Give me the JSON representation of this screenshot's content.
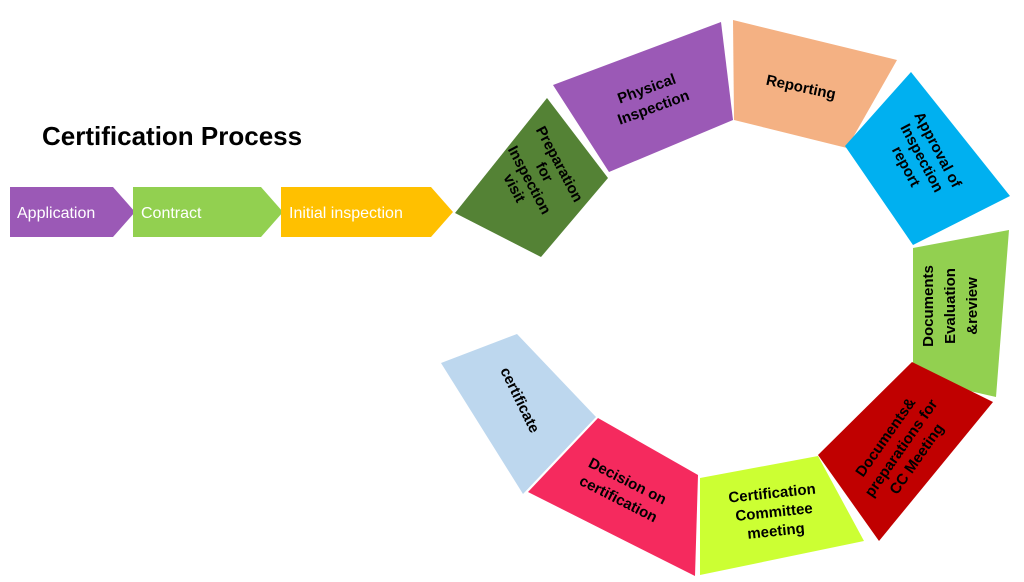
{
  "title": "Certification Process",
  "linear_steps": [
    {
      "id": "application",
      "label": "Application",
      "color": "#9B59B6"
    },
    {
      "id": "contract",
      "label": "Contract",
      "color": "#92D050"
    },
    {
      "id": "initial-inspection",
      "label": "Initial inspection",
      "color": "#FFC000"
    }
  ],
  "cycle_steps": [
    {
      "id": "preparation",
      "lines": [
        "Preparation",
        "for",
        "Inspection",
        "visit"
      ],
      "color": "#548235",
      "text_color": "#000000"
    },
    {
      "id": "physical-inspection",
      "lines": [
        "Physical",
        "Inspection"
      ],
      "color": "#9B59B6",
      "text_color": "#000000"
    },
    {
      "id": "reporting",
      "lines": [
        "Reporting"
      ],
      "color": "#F4B183",
      "text_color": "#000000"
    },
    {
      "id": "approval",
      "lines": [
        "Approval of",
        "Inspection",
        "report"
      ],
      "color": "#00B0F0",
      "text_color": "#000000"
    },
    {
      "id": "documents-evaluation",
      "lines": [
        "Documents",
        "Evaluation",
        "&review"
      ],
      "color": "#92D050",
      "text_color": "#000000"
    },
    {
      "id": "documents-preparations",
      "lines": [
        "Documents&",
        "preparations for",
        "CC Meeting"
      ],
      "color": "#C00000",
      "text_color": "#000000"
    },
    {
      "id": "committee-meeting",
      "lines": [
        "Certification",
        "Committee",
        "meeting"
      ],
      "color": "#CCFF33",
      "text_color": "#000000"
    },
    {
      "id": "decision",
      "lines": [
        "Decision on",
        "certification"
      ],
      "color": "#F52A5E",
      "text_color": "#000000"
    },
    {
      "id": "certificate",
      "lines": [
        "certificate"
      ],
      "color": "#BDD7EE",
      "text_color": "#000000"
    }
  ]
}
